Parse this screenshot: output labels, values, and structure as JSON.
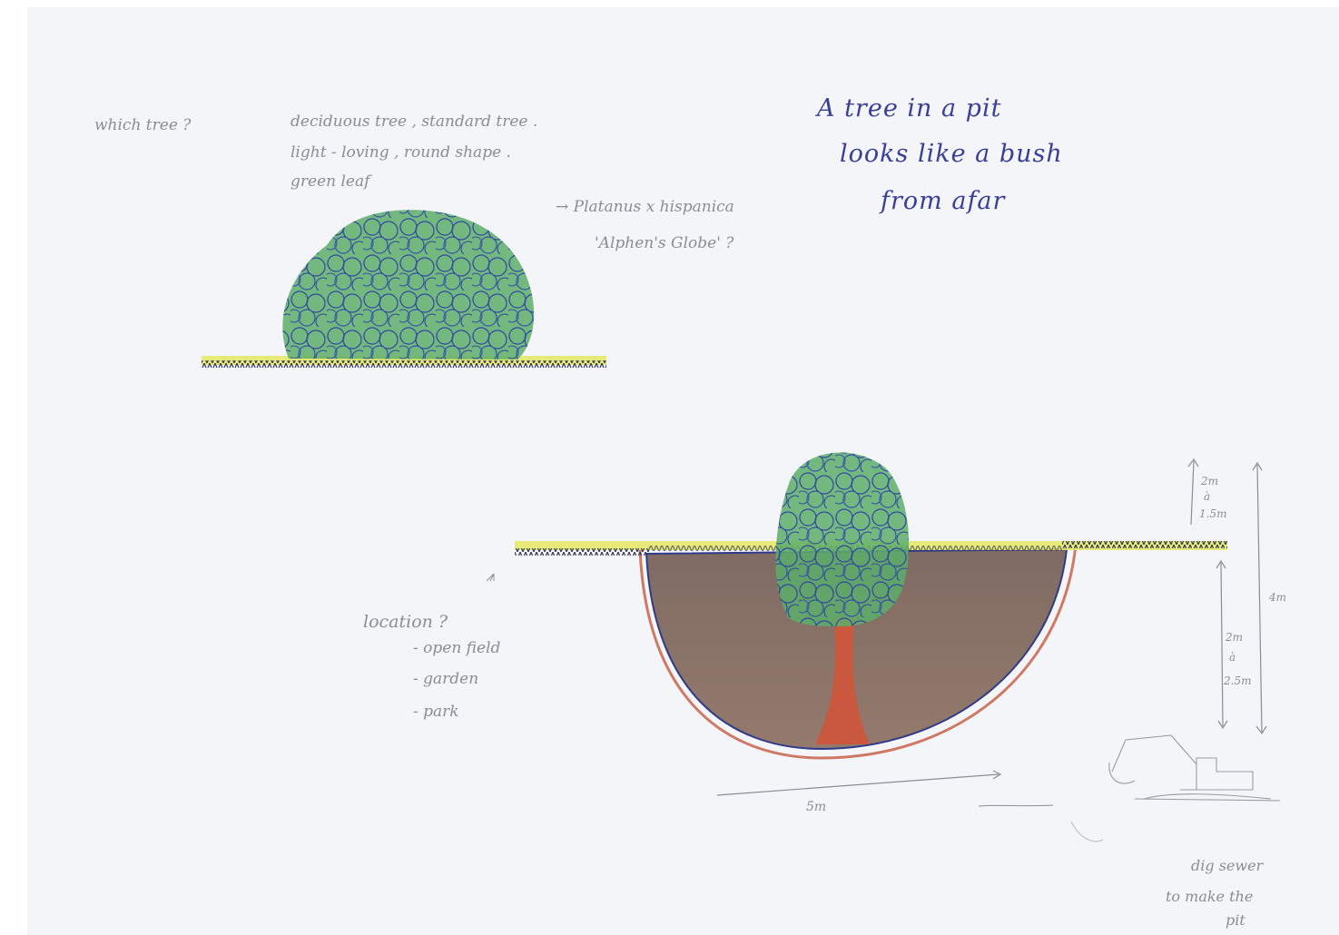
{
  "title_note": {
    "line1": "A tree in a pit",
    "line2": "looks like a bush",
    "line3": "from afar"
  },
  "question_note": {
    "prefix": "which tree ?",
    "line1": "deciduous tree , standard tree .",
    "line2": "light - loving , round shape .",
    "line3": "green leaf"
  },
  "species_note": {
    "line1": "→ Platanus x hispanica",
    "line2": "'Alphen's Globe' ?"
  },
  "location_note": {
    "heading": "location ?",
    "items": [
      "- open field",
      "- garden",
      "- park"
    ]
  },
  "dimensions": {
    "crown_height": [
      "2m",
      "à",
      "1.5m"
    ],
    "total_depth": "4m",
    "pit_depth": [
      "2m",
      "à",
      "2.5m"
    ],
    "width": "5m"
  },
  "excavator_note": {
    "line1": "dig sewer",
    "line2": "to make the",
    "line3": "pit"
  },
  "colors": {
    "paper": "#f3f5f8",
    "foliage_green": "#5cae6a",
    "foliage_blue": "#2f44a0",
    "grass_yellow": "#dfe24a",
    "soil_brown": "#8a7166",
    "soil_outline": "#c65a3e",
    "trunk_red": "#c9583e",
    "ink_blue": "#3a3f96",
    "pencil_gray": "#8a8d94"
  }
}
